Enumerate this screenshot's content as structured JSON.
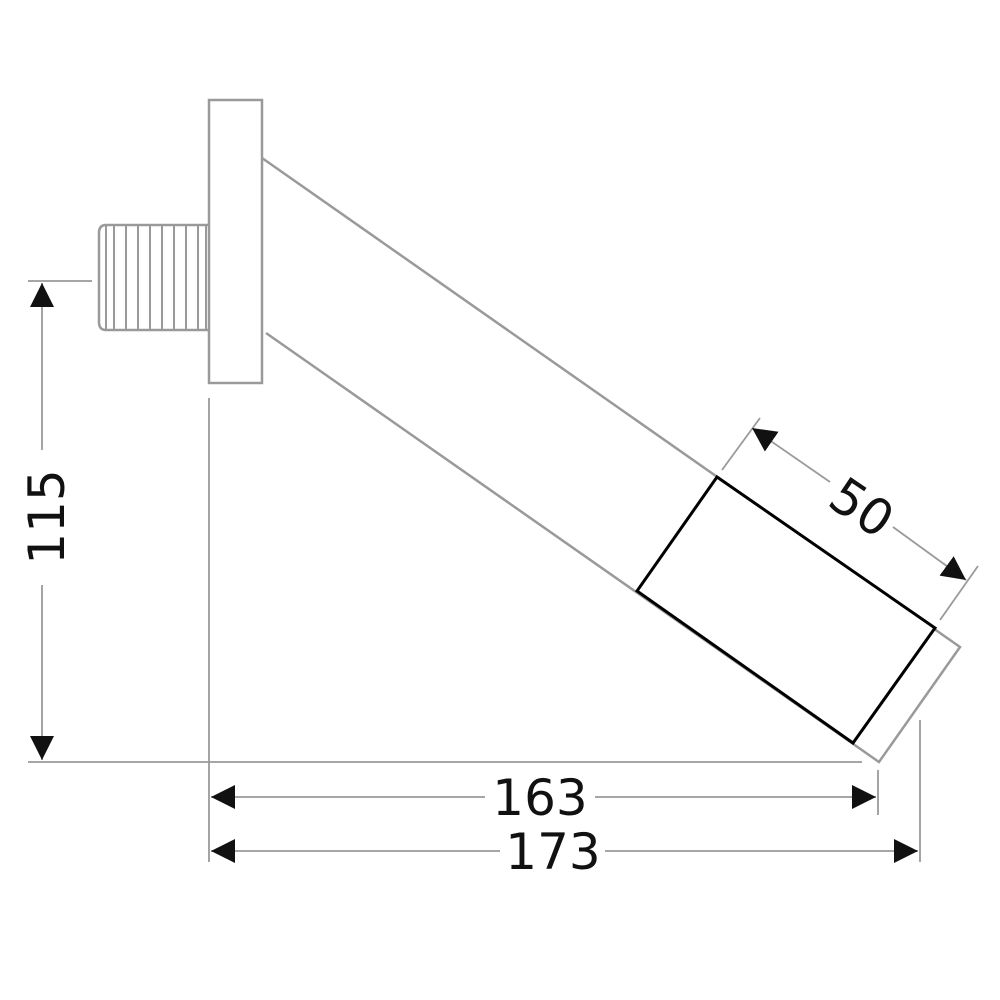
{
  "drawing": {
    "dimensions": {
      "height": "115",
      "projection_inner": "163",
      "projection_outer": "173",
      "head_length": "50"
    },
    "colors": {
      "outline": "#9a9a9a",
      "head": "#000000",
      "dim": "#111111"
    }
  }
}
